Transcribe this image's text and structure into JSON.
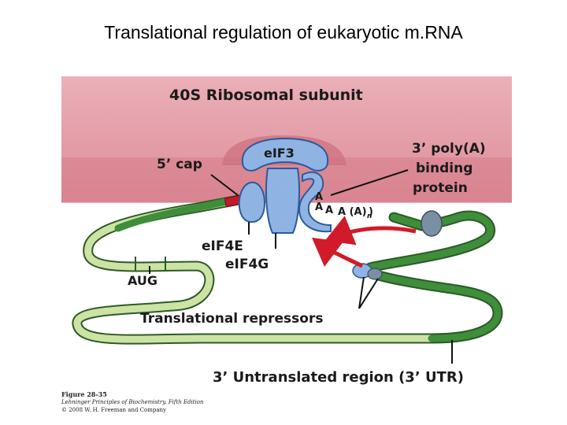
{
  "slide": {
    "title": "Translational regulation of eukaryotic m.RNA"
  },
  "diagram": {
    "labels": {
      "ribosome": "40S Ribosomal subunit",
      "cap": "5’ cap",
      "eif3": "eIF3",
      "polya_line1": "3’ poly(A)",
      "polya_line2": "binding",
      "polya_line3": "protein",
      "eif4e": "eIF4E",
      "eif4g": "eIF4G",
      "aug": "AUG",
      "repressors": "Translational repressors",
      "utr": "3’ Untranslated region (3’ UTR)"
    },
    "polya": {
      "a1": "A",
      "a2": "A",
      "a3": "A",
      "a4": "A",
      "tail_open": "A (A)",
      "tail_n": "n"
    },
    "colors": {
      "ribosome_top": "#e8a9b2",
      "ribosome_band": "#d26f7e",
      "protein_blue": "#8fb4e3",
      "protein_outline": "#2d5a9a",
      "mrna_dark_green": "#3e8e3a",
      "mrna_light_green": "#cde3a4",
      "mrna_outline": "#2c5a28",
      "cap_red": "#c01a2c",
      "arrow_red": "#d11a2a",
      "repressor_gray": "#7a8fa3"
    }
  },
  "caption": {
    "figure": "Figure 28-35",
    "book": "Lehninger Principles of Biochemistry, Fifth Edition",
    "copyright": "© 2008 W. H. Freeman and Company"
  }
}
